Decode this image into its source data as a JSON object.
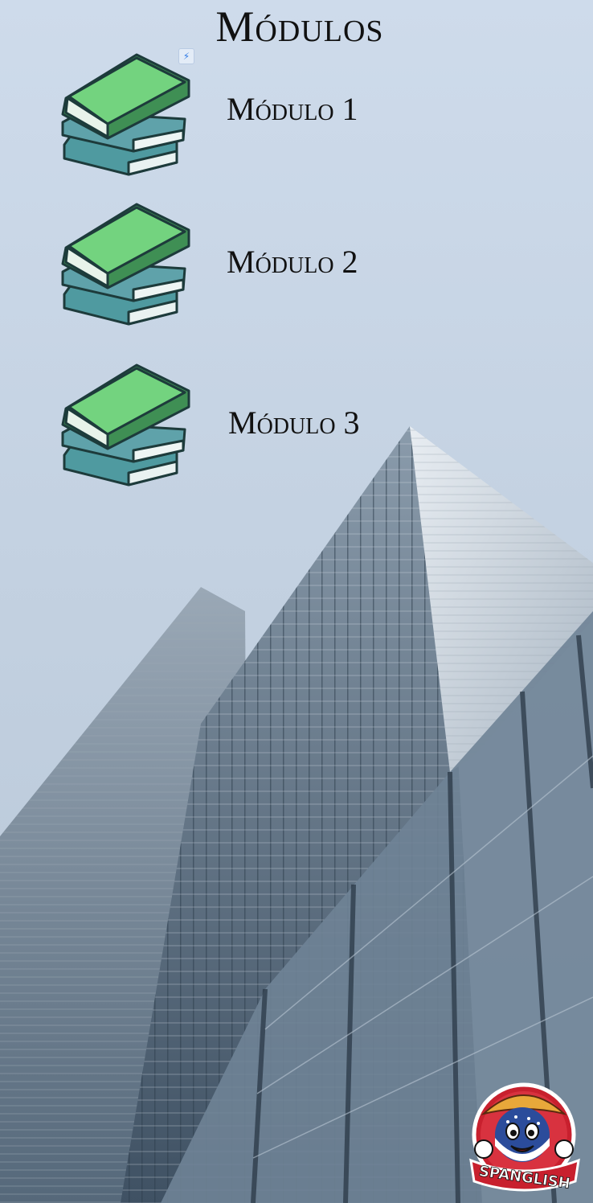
{
  "page": {
    "title": "Módulos"
  },
  "modules": [
    {
      "label": "Módulo 1",
      "icon": "books-stack-icon"
    },
    {
      "label": "Módulo 2",
      "icon": "books-stack-icon"
    },
    {
      "label": "Módulo 3",
      "icon": "books-stack-icon"
    }
  ],
  "edit_badge": {
    "icon": "lightning-bolt-icon",
    "glyph": "⚡"
  },
  "logo": {
    "text": "SPANGLISH"
  },
  "colors": {
    "sky": "#cfdbe9",
    "building": "#5d7184",
    "book_green": "#6fd17c",
    "book_teal": "#5c9fa3"
  }
}
